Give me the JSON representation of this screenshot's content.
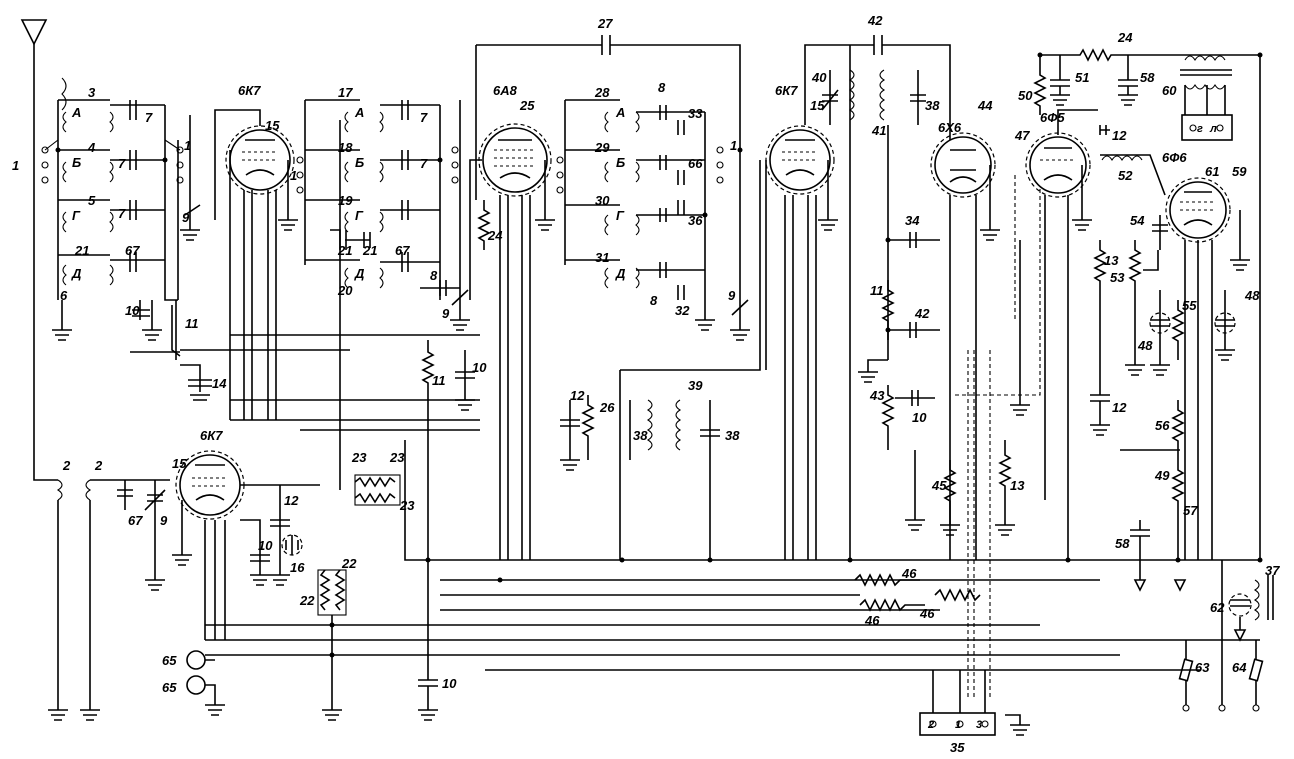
{
  "tubes": {
    "t1": "6К7",
    "t2": "6А8",
    "t3": "6К7",
    "t4": "6Х6",
    "t5": "6Ф5",
    "t6": "6Ф6",
    "t7": "6К7"
  },
  "switch_bands": {
    "a": "А",
    "b": "Б",
    "g": "Г",
    "d": "Д"
  },
  "terminal_labels": [
    "2",
    "1",
    "3"
  ],
  "speaker_labels": [
    "г",
    "л"
  ],
  "component_labels": {
    "c1": "1",
    "c2": "2",
    "c3": "3",
    "c4": "4",
    "c5": "5",
    "c6": "6",
    "c7a": "7",
    "c7b": "7",
    "c7c": "7",
    "c9a": "9",
    "c10a": "10",
    "c11a": "11",
    "c14": "14",
    "c15a": "15",
    "c17": "17",
    "c18": "18",
    "c19": "19",
    "c20": "20",
    "c21a": "21",
    "c21b": "21",
    "c21c": "21",
    "c67a": "67",
    "c67b": "67",
    "c8a": "8",
    "c9b": "9",
    "c10b": "10",
    "c11b": "11",
    "c24a": "24",
    "c25": "25",
    "c27": "27",
    "c28": "28",
    "c29": "29",
    "c30": "30",
    "c31": "31",
    "c32": "32",
    "c33": "33",
    "c36": "36",
    "c66": "66",
    "c8b": "8",
    "c8c": "8",
    "c9c": "9",
    "c26": "26",
    "c12a": "12",
    "c38a": "38",
    "c39": "39",
    "c38b": "38",
    "c15b": "15",
    "c42a": "42",
    "c40": "40",
    "c41": "41",
    "c38c": "38",
    "c44": "44",
    "c34": "34",
    "c11c": "11",
    "c42b": "42",
    "c43": "43",
    "c10c": "10",
    "c45": "45",
    "c13a": "13",
    "c24b": "24",
    "c51": "51",
    "c58a": "58",
    "c50": "50",
    "c60": "60",
    "c47": "47",
    "c12b": "12",
    "c52": "52",
    "c61": "61",
    "c59": "59",
    "c54": "54",
    "c53": "53",
    "c13b": "13",
    "c55": "55",
    "c48a": "48",
    "c48b": "48",
    "c12c": "12",
    "c56": "56",
    "c49": "49",
    "c57": "57",
    "c58b": "58",
    "c15c": "15",
    "c2b": "2",
    "c67c": "67",
    "c9d": "9",
    "c12d": "12",
    "c10d": "10",
    "c16": "16",
    "c23a": "23",
    "c23b": "23",
    "c23c": "23",
    "c22a": "22",
    "c22b": "22",
    "c46a": "46",
    "c46b": "46",
    "c46c": "46",
    "c65a": "65",
    "c65b": "65",
    "c10e": "10",
    "c35": "35",
    "c37": "37",
    "c62": "62",
    "c63": "63",
    "c64": "64",
    "c7d": "7",
    "c7e": "7",
    "c1b": "1",
    "c1c": "1",
    "c1d": "1"
  }
}
